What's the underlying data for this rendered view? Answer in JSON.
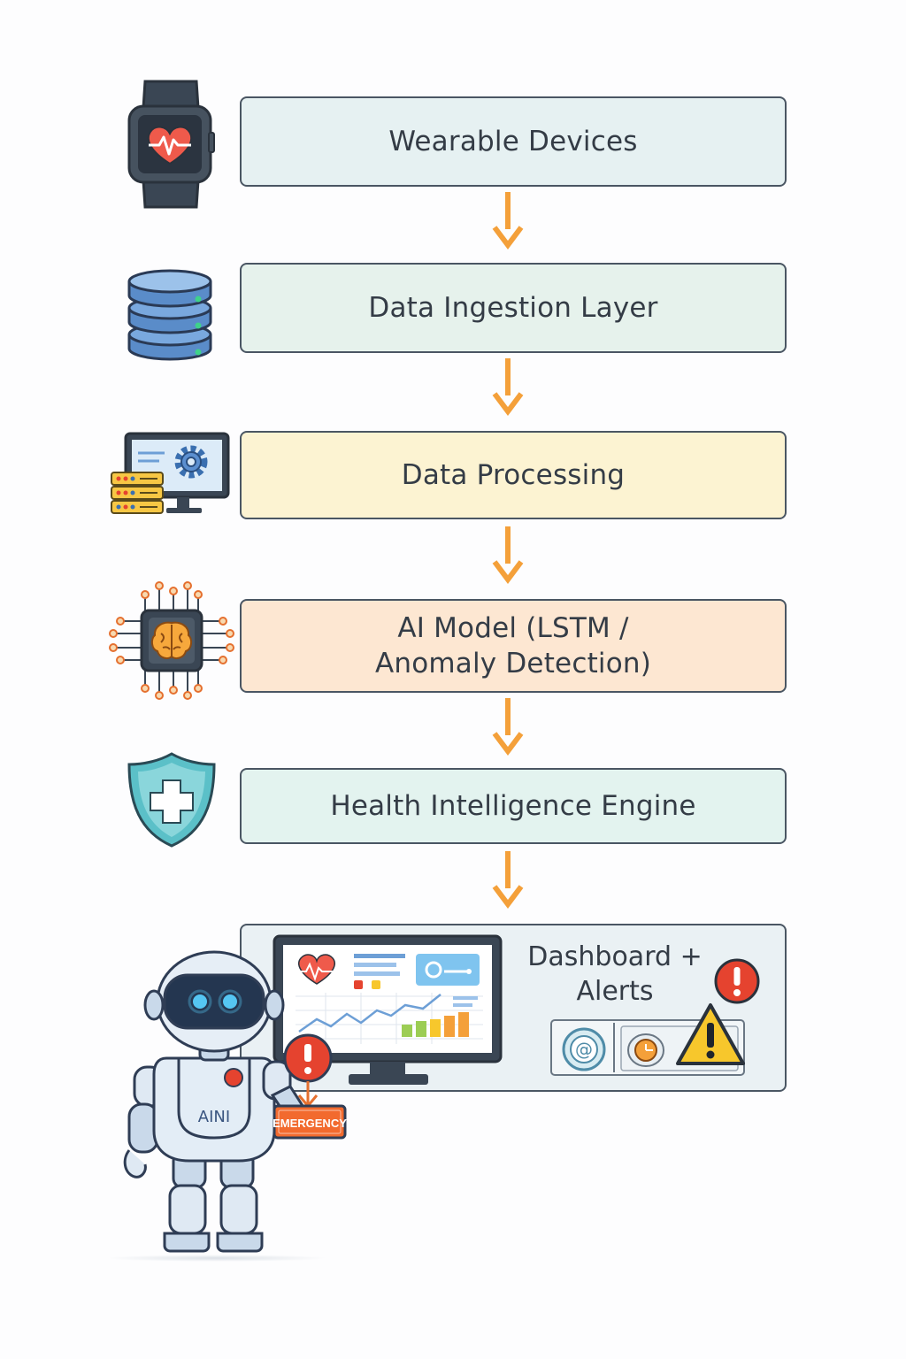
{
  "stages": [
    {
      "label": "Wearable Devices",
      "icon": "smartwatch-heart-icon",
      "color": "#e6f1f2"
    },
    {
      "label": "Data Ingestion Layer",
      "icon": "database-icon",
      "color": "#e6f2ec"
    },
    {
      "label": "Data Processing",
      "icon": "monitor-gear-icon",
      "color": "#fcf3d2"
    },
    {
      "label": "AI Model (LSTM / Anomaly Detection)",
      "icon": "brain-chip-icon",
      "color": "#fde7d2"
    },
    {
      "label": "Health Intelligence Engine",
      "icon": "shield-cross-icon",
      "color": "#e3f3ef"
    }
  ],
  "dashboard": {
    "label": "Dashboard + Alerts",
    "color": "#eaf1f4",
    "icons": [
      "monitor-chart-icon",
      "alert-icon",
      "at-sign-icon",
      "clock-icon",
      "warning-icon"
    ]
  },
  "robot": {
    "chest_label": "AINI",
    "sign_label": "EMERGENCY"
  },
  "colors": {
    "arrow": "#f4a03a",
    "border": "#4a5663",
    "text": "#343c46",
    "alert_red": "#e5432f",
    "warning_yellow": "#f7c72c"
  }
}
